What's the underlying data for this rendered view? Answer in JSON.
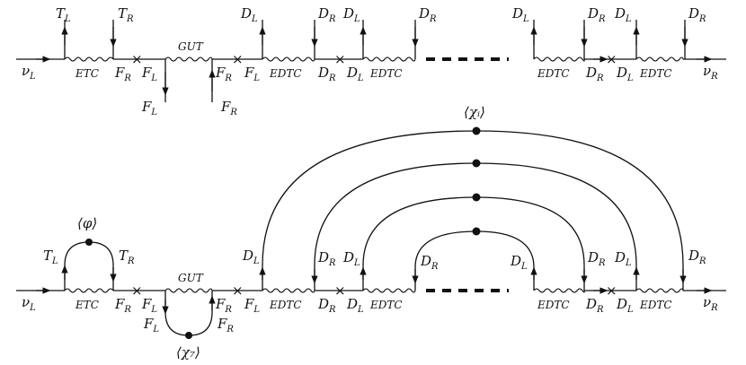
{
  "diagram_top": {
    "labels": {
      "nu_L": "ν",
      "nu_L_sub": "L",
      "nu_R": "ν",
      "nu_R_sub": "R",
      "T_L": "T",
      "T_L_sub": "L",
      "T_R": "T",
      "T_R_sub": "R",
      "ETC": "ETC",
      "F_R_a": "F",
      "F_R_a_sub": "R",
      "F_L_a": "F",
      "F_L_a_sub": "L",
      "GUT": "GUT",
      "F_L_down": "F",
      "F_L_down_sub": "L",
      "F_R_up": "F",
      "F_R_up_sub": "R",
      "F_R_b": "F",
      "F_R_b_sub": "R",
      "F_L_b": "F",
      "F_L_b_sub": "L",
      "EDTC": "EDTC",
      "D": "D",
      "L": "L",
      "R": "R"
    }
  },
  "diagram_bottom": {
    "labels": {
      "chi_i": "⟨χᵢ⟩",
      "phi": "⟨φ⟩",
      "chi_7": "⟨χ₇⟩",
      "GUT": "GUT",
      "ETC": "ETC",
      "EDTC": "EDTC"
    }
  }
}
